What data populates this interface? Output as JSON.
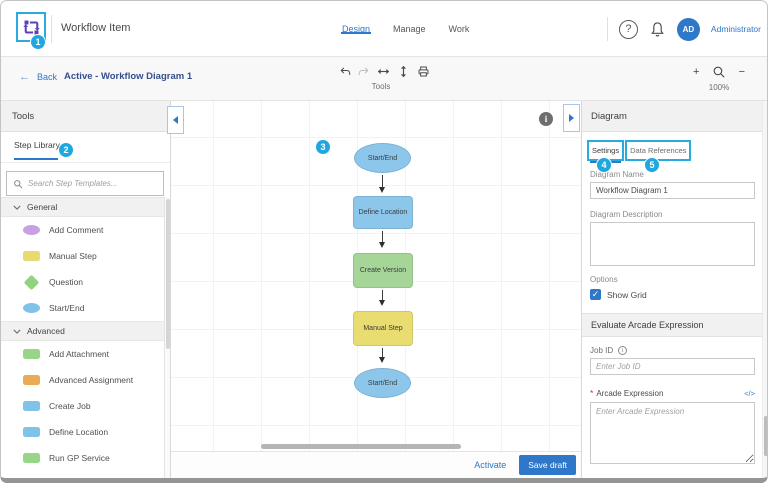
{
  "header": {
    "title": "Workflow Item",
    "tabs": [
      {
        "label": "Design"
      },
      {
        "label": "Manage"
      },
      {
        "label": "Work"
      }
    ],
    "active_tab": "Design",
    "user_initials": "AD",
    "user_name": "Administrator"
  },
  "subheader": {
    "back_arrow": "←",
    "back_label": "Back",
    "breadcrumb": "Active - Workflow Diagram 1",
    "tools_label": "Tools",
    "zoom_plus": "+",
    "zoom_minus": "−",
    "zoom_level": "100%"
  },
  "sidebar": {
    "title": "Tools",
    "tab_label": "Step Library",
    "search_placeholder": "Search Step Templates...",
    "sections": [
      {
        "label": "General",
        "items": [
          {
            "label": "Add Comment",
            "shape": "ellipse",
            "color": "#c9a0e4"
          },
          {
            "label": "Manual Step",
            "shape": "rect",
            "color": "#e7da6e"
          },
          {
            "label": "Question",
            "shape": "diamond",
            "color": "#92d381"
          },
          {
            "label": "Start/End",
            "shape": "ellipse",
            "color": "#7fc2ea"
          }
        ]
      },
      {
        "label": "Advanced",
        "items": [
          {
            "label": "Add Attachment",
            "shape": "rect",
            "color": "#97d589"
          },
          {
            "label": "Advanced Assignment",
            "shape": "rect",
            "color": "#e9ab55"
          },
          {
            "label": "Create Job",
            "shape": "rect",
            "color": "#7fc2ea"
          },
          {
            "label": "Define Location",
            "shape": "rect",
            "color": "#7fc2ea"
          },
          {
            "label": "Run GP Service",
            "shape": "rect",
            "color": "#97d589"
          }
        ]
      }
    ]
  },
  "canvas": {
    "nodes": [
      {
        "label": "Start/End",
        "shape": "ellipse",
        "color": "#8cc7eb"
      },
      {
        "label": "Define Location",
        "shape": "rect",
        "color": "#8cc7eb"
      },
      {
        "label": "Create Version",
        "shape": "rect",
        "color": "#a6d697"
      },
      {
        "label": "Manual Step",
        "shape": "rect",
        "color": "#e9dd72"
      },
      {
        "label": "Start/End",
        "shape": "ellipse",
        "color": "#8cc7eb"
      }
    ]
  },
  "panel": {
    "title": "Diagram",
    "tabs": [
      {
        "label": "Settings"
      },
      {
        "label": "Data References"
      }
    ],
    "active_tab": "Settings",
    "diagram_name_label": "Diagram Name",
    "diagram_name_value": "Workflow Diagram 1",
    "diagram_description_label": "Diagram Description",
    "options_label": "Options",
    "show_grid_label": "Show Grid",
    "show_grid_checked": true,
    "arcade_section_title": "Evaluate Arcade Expression",
    "job_id_label": "Job ID",
    "job_id_placeholder": "Enter Job ID",
    "required_marker": "*",
    "arcade_label": "Arcade Expression",
    "arcade_placeholder": "Enter Arcade Expression",
    "code_icon": "</>"
  },
  "footer": {
    "activate_label": "Activate",
    "save_label": "Save draft"
  },
  "callouts": [
    "1",
    "2",
    "3",
    "4",
    "5"
  ],
  "colors": {
    "accent_callout": "#1fa8e0",
    "highlight_border": "#29abe2",
    "primary_blue": "#2e77c9",
    "breadcrumb_navy": "#33508c",
    "logo_purple": "#5e3fc0"
  }
}
